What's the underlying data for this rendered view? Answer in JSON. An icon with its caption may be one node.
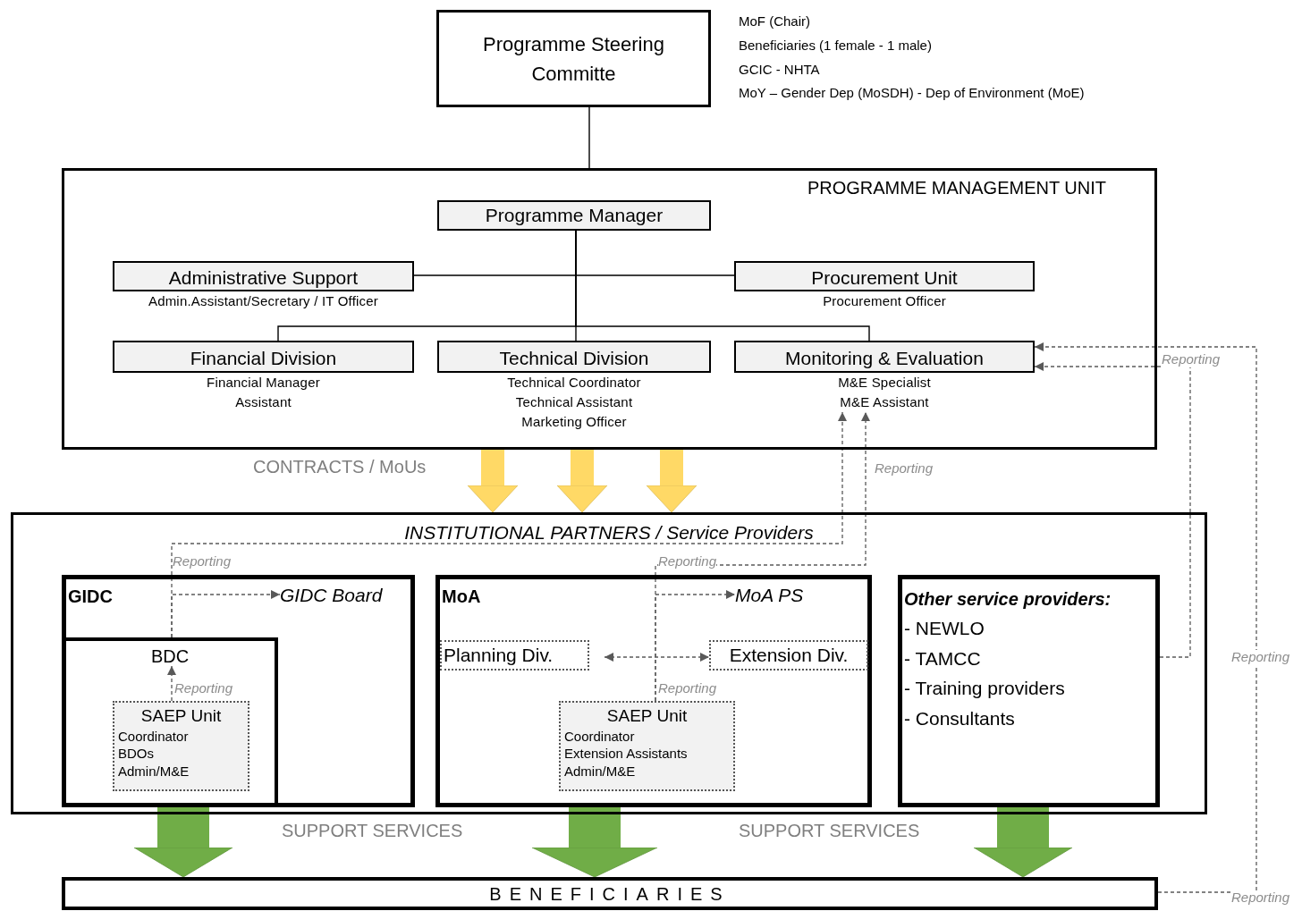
{
  "diagram": {
    "nodes": [
      {
        "text": [
          "Programme Steering Committe"
        ],
        "beside": [
          "MoF (Chair)",
          "Beneficiaries (1 female - 1 male)",
          "GCIC - NHTA",
          "MoY – Gender Dep (MoSDH) - Dep of Environment (MoE)"
        ]
      },
      {
        "text": [
          "PROGRAMME MANAGEMENT UNIT"
        ]
      },
      {
        "text": [
          "Programme Manager"
        ],
        "in": 1
      },
      {
        "text": [
          "Administrative Support",
          "Admin.Assistant/Secretary / IT Officer"
        ],
        "in": 1
      },
      {
        "text": [
          "Procurement Unit",
          "Procurement Officer"
        ],
        "in": 1
      },
      {
        "text": [
          "Financial Division",
          "Financial Manager",
          "Assistant"
        ],
        "in": 1
      },
      {
        "text": [
          "Technical Division",
          "Technical Coordinator",
          "Technical Assistant",
          "Marketing Officer"
        ],
        "in": 1
      },
      {
        "text": [
          "Monitoring & Evaluation",
          "M&E Specialist",
          "M&E Assistant"
        ],
        "in": 1
      },
      {
        "text": [
          "INSTITUTIONAL PARTNERS / Service Providers"
        ]
      },
      {
        "text": [
          "GIDC"
        ],
        "in": 8
      },
      {
        "text": [
          "GIDC Board"
        ],
        "in": 9
      },
      {
        "text": [
          "BDC"
        ],
        "in": 9
      },
      {
        "text": [
          "SAEP Unit",
          "Coordinator",
          "BDOs",
          "Admin/M&E"
        ],
        "in": 11
      },
      {
        "text": [
          "MoA"
        ],
        "in": 8
      },
      {
        "text": [
          "MoA PS"
        ],
        "in": 13
      },
      {
        "text": [
          "Planning Div."
        ],
        "in": 13
      },
      {
        "text": [
          "Extension Div."
        ],
        "in": 13
      },
      {
        "text": [
          "SAEP Unit",
          "Coordinator",
          "Extension Assistants",
          "Admin/M&E"
        ],
        "in": 13
      },
      {
        "text": [
          "Other service providers:",
          "- NEWLO",
          "- TAMCC",
          "- Training providers",
          "- Consultants"
        ],
        "in": 8
      },
      {
        "text": [
          "BENEFICIARIES"
        ]
      }
    ],
    "edges": [
      {
        "from": 0,
        "to": 1,
        "arrow": "none"
      },
      {
        "from": 2,
        "to": 3,
        "arrow": "none"
      },
      {
        "from": 2,
        "to": 4,
        "arrow": "none"
      },
      {
        "from": 2,
        "to": 5,
        "arrow": "none"
      },
      {
        "from": 2,
        "to": 6,
        "arrow": "none"
      },
      {
        "from": 2,
        "to": 7,
        "arrow": "none"
      },
      {
        "from": 1,
        "to": 8,
        "arrow": "to",
        "style": "thick",
        "color": "#ffd966"
      },
      {
        "from": 1,
        "to": 8,
        "arrow": "to",
        "style": "thick",
        "color": "#ffd966"
      },
      {
        "from": 1,
        "to": 8,
        "arrow": "to",
        "style": "thick",
        "color": "#ffd966"
      },
      {
        "from": 9,
        "to": 19,
        "arrow": "to",
        "style": "thick",
        "color": "#70ad47"
      },
      {
        "from": 13,
        "to": 19,
        "arrow": "to",
        "style": "thick",
        "color": "#70ad47"
      },
      {
        "from": 18,
        "to": 19,
        "arrow": "to",
        "style": "thick",
        "color": "#70ad47"
      },
      {
        "from": 12,
        "to": 11,
        "arrow": "to",
        "style": "dashed",
        "label": "Reporting"
      },
      {
        "from": 11,
        "to": 10,
        "arrow": "to",
        "style": "dashed"
      },
      {
        "from": 11,
        "to": 7,
        "arrow": "to",
        "style": "dashed",
        "label": "Reporting"
      },
      {
        "from": 17,
        "to": 14,
        "arrow": "to",
        "style": "dashed",
        "label": "Reporting"
      },
      {
        "from": 17,
        "to": 7,
        "arrow": "to",
        "style": "dashed",
        "label": "Reporting"
      },
      {
        "from": 15,
        "to": 16,
        "arrow": "both",
        "style": "dashed"
      },
      {
        "from": 18,
        "to": 7,
        "arrow": "to",
        "style": "dashed"
      },
      {
        "from": 19,
        "to": 7,
        "arrow": "to",
        "style": "dashed",
        "label": "Reporting"
      }
    ],
    "labels": [
      "Reporting",
      "CONTRACTS / MoUs",
      "Reporting",
      "SUPPORT SERVICES",
      "SUPPORT SERVICES",
      "Reporting"
    ]
  }
}
